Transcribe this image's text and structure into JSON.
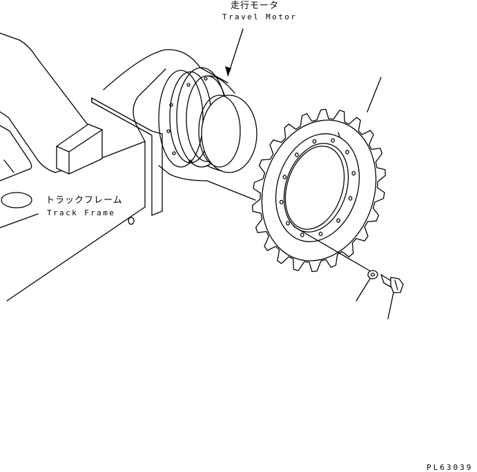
{
  "labels": {
    "travel_motor_jp": "走行モータ",
    "travel_motor_en": "Travel Motor",
    "track_frame_jp": "トラックフレーム",
    "track_frame_en": "Track Frame",
    "drawing_code": "PL63039"
  },
  "sprocket": {
    "teeth": 22,
    "bolt_holes": 12
  }
}
